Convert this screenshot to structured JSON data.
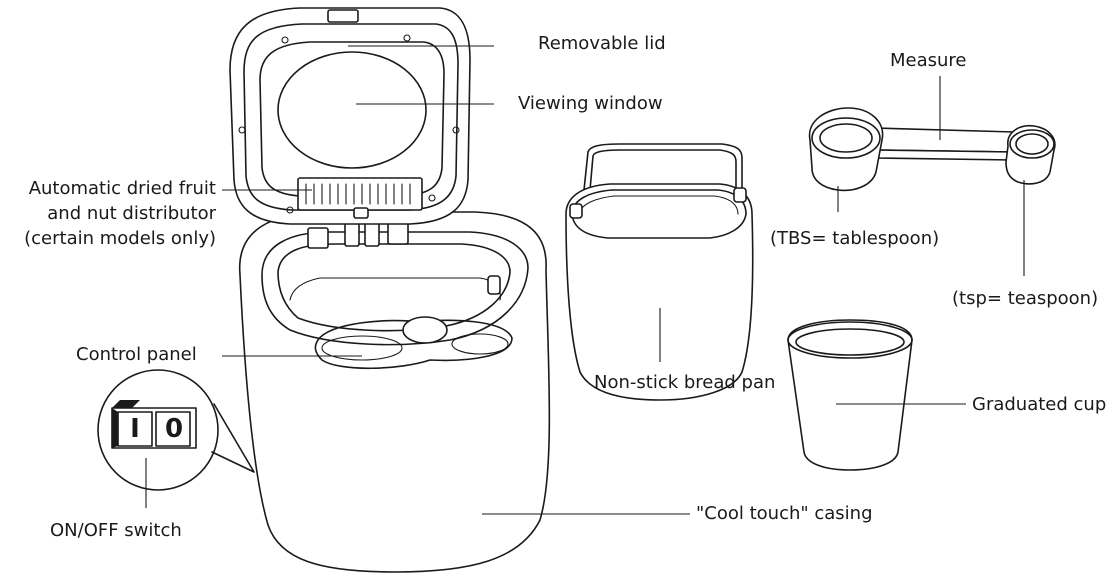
{
  "labels": {
    "removable_lid": "Removable lid",
    "viewing_window": "Viewing window",
    "distributor_line1": "Automatic dried fruit",
    "distributor_line2": "and nut distributor",
    "distributor_line3": "(certain models only)",
    "control_panel": "Control panel",
    "on_off_switch": "ON/OFF switch",
    "cool_touch": "\"Cool touch\" casing",
    "bread_pan": "Non-stick bread pan",
    "measure": "Measure",
    "tablespoon": "(TBS= tablespoon)",
    "teaspoon": "(tsp= teaspoon)",
    "graduated_cup": "Graduated cup"
  },
  "switch": {
    "on_symbol": "I",
    "off_symbol": "0"
  }
}
